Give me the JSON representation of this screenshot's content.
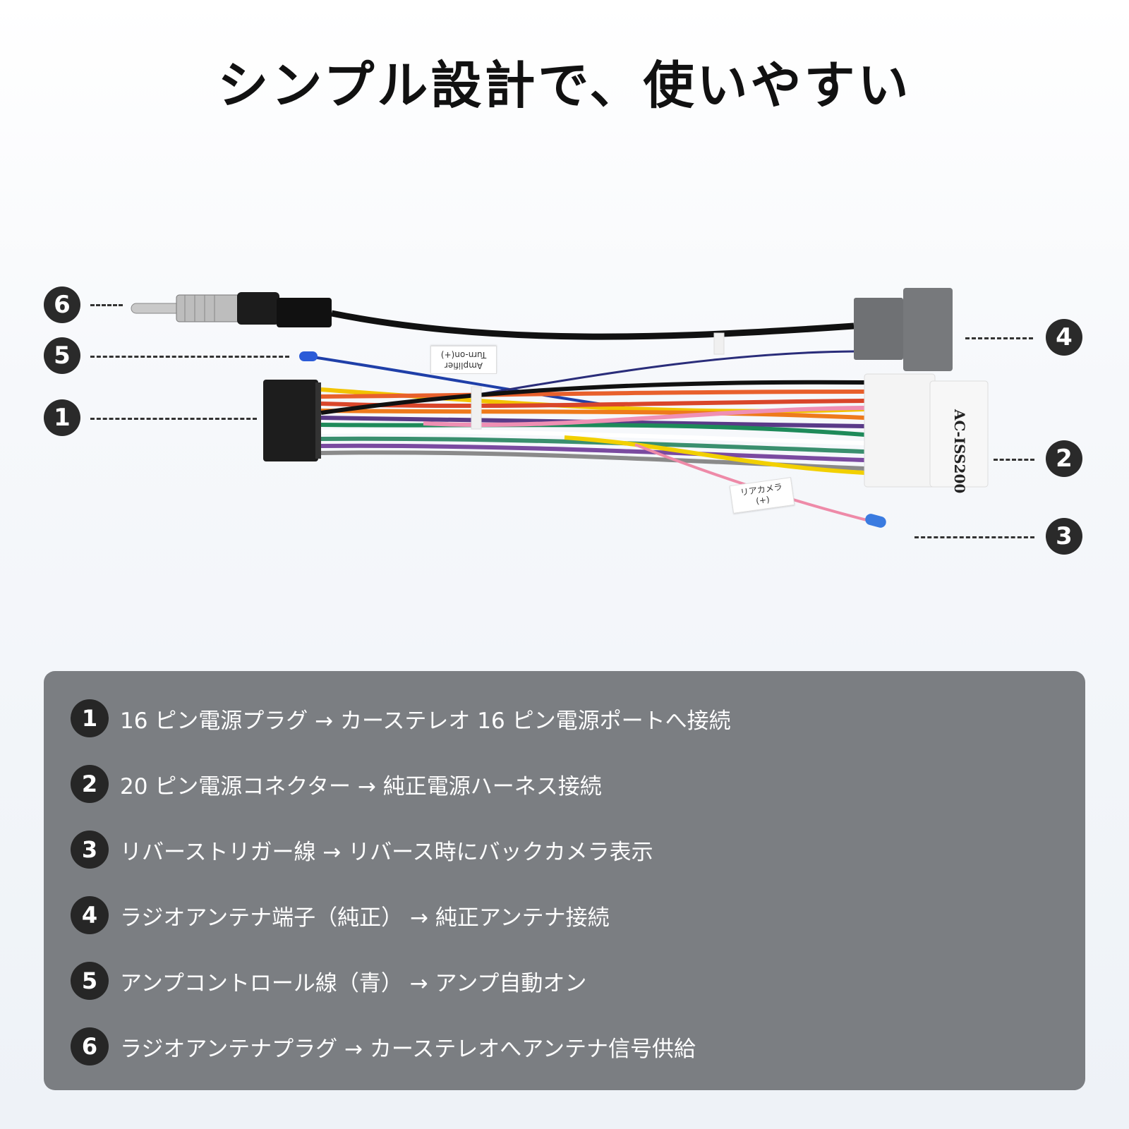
{
  "title": "シンプル設計で、使いやすい",
  "diagram": {
    "model": "AC-ISS200",
    "tag_amp": "Amplifier Turn-on(+)",
    "tag_rear": "リアカメラ (+)",
    "callouts": [
      "6",
      "5",
      "1",
      "4",
      "2",
      "3"
    ]
  },
  "items": [
    {
      "num": "1",
      "text": "16 ピン電源プラグ → カーステレオ 16 ピン電源ポートへ接続"
    },
    {
      "num": "2",
      "text": "20 ピン電源コネクター → 純正電源ハーネス接続"
    },
    {
      "num": "3",
      "text": "リバーストリガー線 → リバース時にバックカメラ表示"
    },
    {
      "num": "4",
      "text": "ラジオアンテナ端子（純正） → 純正アンテナ接続"
    },
    {
      "num": "5",
      "text": "アンプコントロール線（青） → アンプ自動オン"
    },
    {
      "num": "6",
      "text": "ラジオアンテナプラグ → カーステレオへアンテナ信号供給"
    }
  ],
  "colors": {
    "panel": "#7b7e82",
    "badge": "#262626",
    "connector_black": "#2a2a2a",
    "connector_gray": "#6f7174",
    "connector_white": "#f4f4f4"
  }
}
